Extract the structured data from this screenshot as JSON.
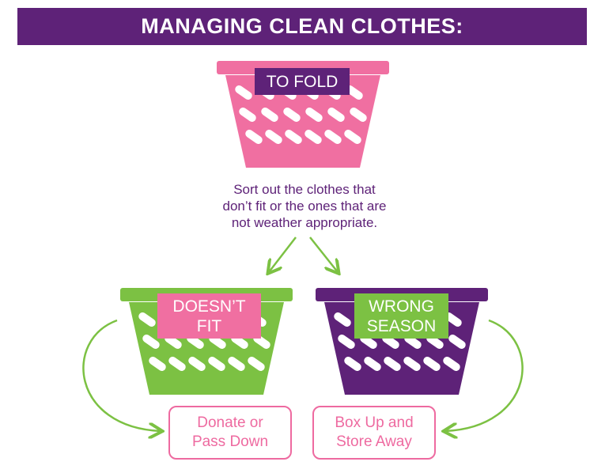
{
  "title": "MANAGING CLEAN CLOTHES:",
  "top_basket": {
    "label": "TO FOLD",
    "color": "#f06fa1",
    "label_color": "#5e2278"
  },
  "description": [
    "Sort out the clothes that",
    "don’t fit or the ones that are",
    "not weather appropriate."
  ],
  "left_basket": {
    "label": [
      "DOESN’T",
      "FIT"
    ],
    "color": "#7cc143",
    "label_color": "#f06fa1"
  },
  "right_basket": {
    "label": [
      "WRONG",
      "SEASON"
    ],
    "color": "#5e2278",
    "label_color": "#7cc143"
  },
  "outcomes": [
    {
      "text": [
        "Donate or",
        "Pass Down"
      ]
    },
    {
      "text": [
        "Box Up and",
        "Store Away"
      ]
    }
  ],
  "arrow_color": "#7cc143"
}
